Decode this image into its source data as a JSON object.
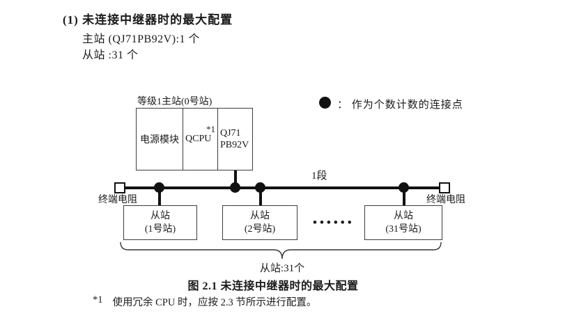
{
  "page": {
    "heading": "(1) 未连接中继器时的最大配置",
    "master_line": "主站 (QJ71PB92V):1 个",
    "slave_line": "从站 :31 个"
  },
  "diagram": {
    "master": {
      "label": "等级1主站(0号站)",
      "modules": [
        {
          "label": "电源模块"
        },
        {
          "label": "QCPU",
          "note": "*1"
        },
        {
          "label": "QJ71",
          "label2": "PB92V"
        }
      ]
    },
    "legend": {
      "marker_icon": "connection-point-dot",
      "text": "： 作为个数计数的连接点"
    },
    "segment_label": "1段",
    "terminator_left": "终端电阻",
    "terminator_right": "终端电阻",
    "slaves": [
      {
        "line1": "从站",
        "line2": "(1号站)"
      },
      {
        "line1": "从站",
        "line2": "(2号站)"
      },
      {
        "line1": "从站",
        "line2": "(31号站)"
      }
    ],
    "ellipsis": "••••••",
    "brace_label": "从站:31个"
  },
  "caption": "图 2.1 未连接中继器时的最大配置",
  "footnote": {
    "ref": "*1",
    "text": "使用冗余 CPU 时，应按 2.3 节所示进行配置。"
  }
}
